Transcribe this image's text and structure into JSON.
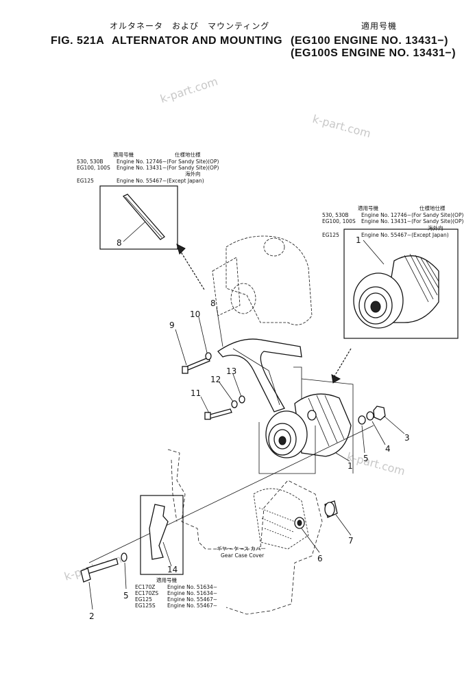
{
  "header": {
    "jp_title": "オルタネータ　および　マウンティング",
    "jp_applicable": "適用号機",
    "fig_no": "FIG. 521A",
    "title": "ALTERNATOR AND MOUNTING",
    "applicability_line1": "(EG100   ENGINE NO. 13431−)",
    "applicability_line2": "(EG100S ENGINE NO. 13431−)"
  },
  "watermarks": [
    "k-part.com",
    "k-part.com",
    "k-part.com",
    "k-part.com"
  ],
  "belt_inset": {
    "header_applicable": "適用号機",
    "header_spec": "仕様地仕様",
    "rows": [
      {
        "model": "530, 530B",
        "engine": "Engine No. 12746∼(For Sandy Site)(OP)"
      },
      {
        "model": "EG100, 100S",
        "engine": "Engine No. 13431∼(For Sandy Site)(OP)"
      },
      {
        "model": "",
        "engine": "海外向"
      },
      {
        "model": "EG125",
        "engine": "Engine No. 55467∼(Except Japan)"
      }
    ],
    "callout": "8"
  },
  "alternator_inset": {
    "header_applicable": "適用号機",
    "header_spec": "仕様地仕様",
    "rows": [
      {
        "model": "530, 530B",
        "engine": "Engine No. 12746∼(For Sandy Site)(OP)"
      },
      {
        "model": "EG100, 100S",
        "engine": "Engine No. 13431∼(For Sandy Site)(OP)"
      },
      {
        "model": "",
        "engine": "海外向"
      },
      {
        "model": "EG125",
        "engine": "Engine No. 55467∼(Except Japan)"
      }
    ],
    "callout": "1"
  },
  "cover_inset": {
    "header_applicable": "適用号機",
    "rows": [
      {
        "model": "EC170Z",
        "engine": "Engine No. 51634∼"
      },
      {
        "model": "EC170ZS",
        "engine": "Engine No. 51634∼"
      },
      {
        "model": "EG125",
        "engine": "Engine No. 55467∼"
      },
      {
        "model": "EG125S",
        "engine": "Engine No. 55467∼"
      }
    ],
    "callout": "14"
  },
  "gear_case_label": {
    "jp": "ギヤー ケース カバー",
    "en": "Gear Case Cover"
  },
  "callouts": {
    "c1": "1",
    "c2": "2",
    "c3": "3",
    "c4": "4",
    "c5a": "5",
    "c5b": "5",
    "c6": "6",
    "c7": "7",
    "c8": "8",
    "c9": "9",
    "c10": "10",
    "c11": "11",
    "c12": "12",
    "c13": "13"
  }
}
